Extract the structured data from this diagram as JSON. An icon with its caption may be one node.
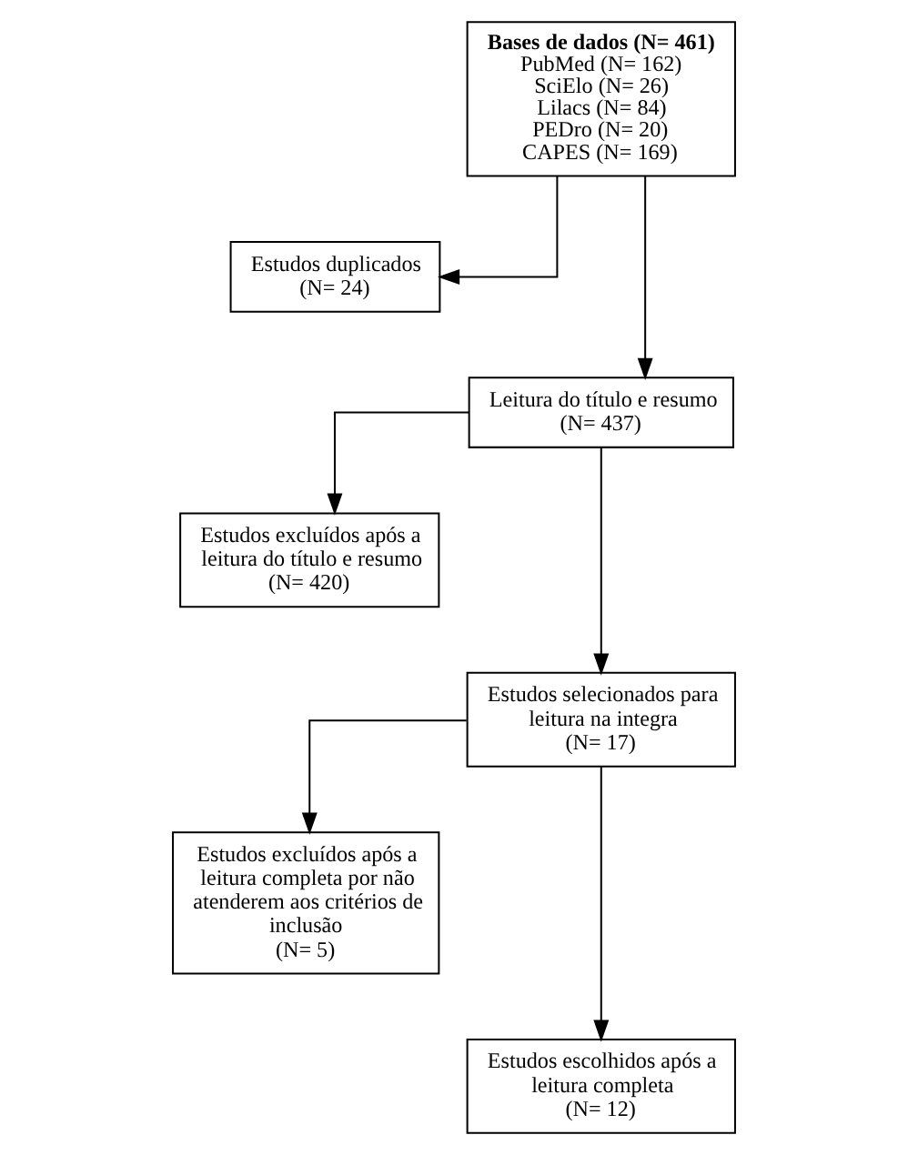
{
  "diagram": {
    "nodes": [
      {
        "text": [
          "Bases de dados (N= 461)",
          "PubMed (N= 162)",
          "SciElo (N= 26)",
          "Lilacs (N= 84)",
          "PEDro (N= 20)",
          "CAPES (N= 169)"
        ]
      },
      {
        "text": [
          "Estudos duplicados",
          "(N= 24)"
        ]
      },
      {
        "text": [
          "Leitura do título e resumo",
          "(N= 437)"
        ]
      },
      {
        "text": [
          "Estudos excluídos após a leitura do título e resumo",
          "(N= 420)"
        ]
      },
      {
        "text": [
          "Estudos selecionados para leitura na integra",
          "(N= 17)"
        ]
      },
      {
        "text": [
          "Estudos excluídos após a leitura completa por não atenderem aos critérios de inclusão",
          "(N= 5)"
        ]
      },
      {
        "text": [
          "Estudos escolhidos após a leitura completa",
          "(N= 12)"
        ]
      }
    ],
    "edges": [
      {
        "from": 0,
        "to": 1,
        "arrow": "to"
      },
      {
        "from": 0,
        "to": 2,
        "arrow": "to"
      },
      {
        "from": 2,
        "to": 3,
        "arrow": "to"
      },
      {
        "from": 2,
        "to": 4,
        "arrow": "to"
      },
      {
        "from": 4,
        "to": 5,
        "arrow": "to"
      },
      {
        "from": 4,
        "to": 6,
        "arrow": "to"
      }
    ]
  }
}
